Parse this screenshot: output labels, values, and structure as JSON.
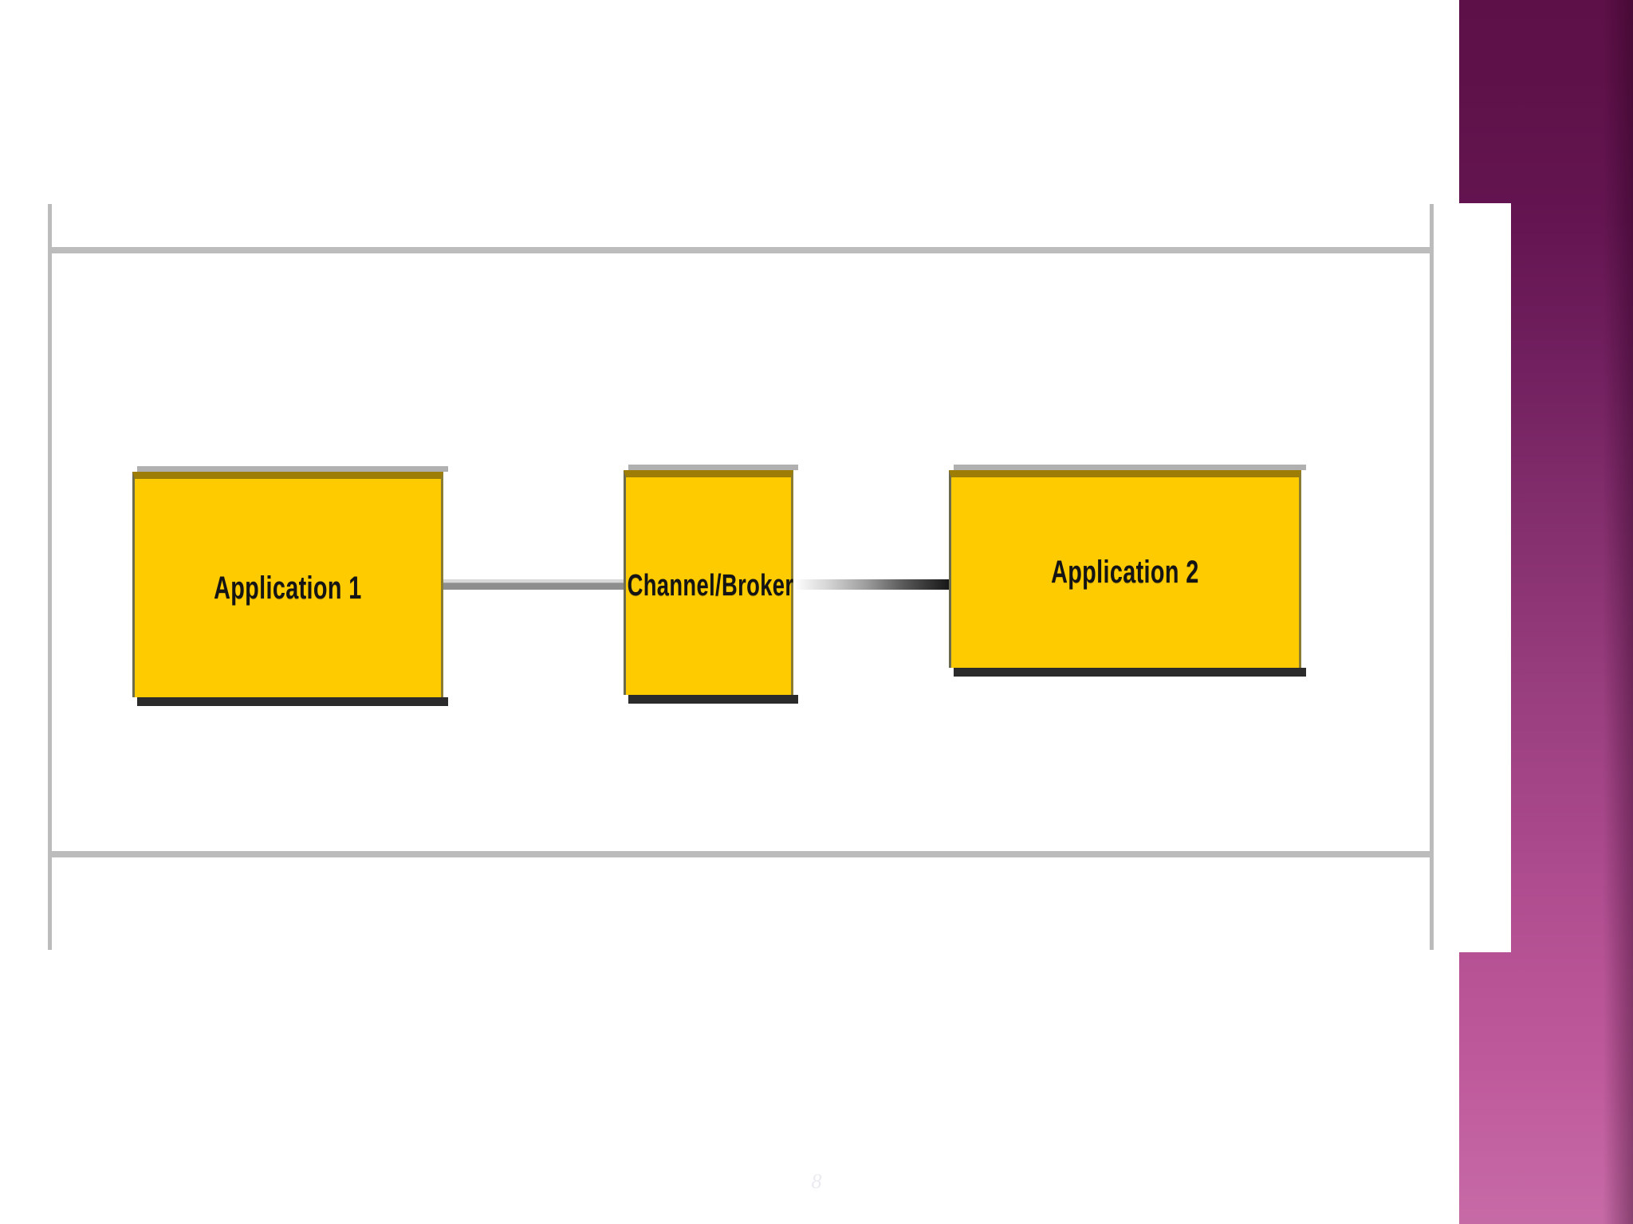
{
  "slide": {
    "page_number": "8",
    "background_color": "#ffffff",
    "frame_line_color": "#bcbcbc"
  },
  "sidebar": {
    "name": "purple-gradient-band",
    "gradient_top_color": "#5d1047",
    "gradient_bottom_color": "#c66aa6"
  },
  "diagram": {
    "type": "flow",
    "node_fill_color": "#fecb00",
    "node_border_color": "#9d7d06",
    "nodes": [
      {
        "id": "app1",
        "label": "Application 1"
      },
      {
        "id": "channel",
        "label": "Channel/Broker"
      },
      {
        "id": "app2",
        "label": "Application 2"
      }
    ],
    "connectors": [
      {
        "id": "connector-1",
        "from": "app1",
        "to": "channel",
        "style": "solid-gray"
      },
      {
        "id": "connector-2",
        "from": "channel",
        "to": "app2",
        "style": "gradient-light-to-dark"
      }
    ]
  }
}
